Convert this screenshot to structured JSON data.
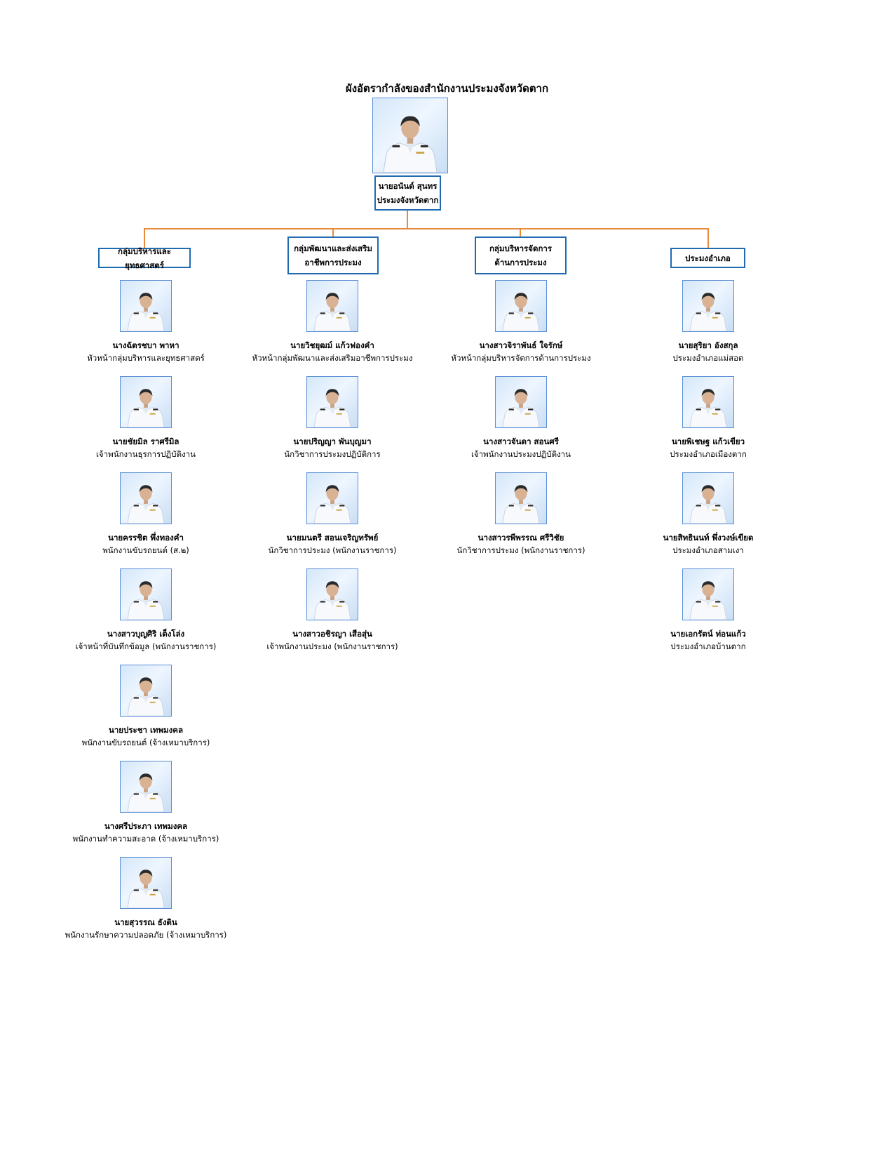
{
  "title": "ผังอัตรากำลังของสำนักงานประมงจังหวัดตาก",
  "colors": {
    "connector": "#e9893a",
    "box_border": "#1f6ab0",
    "photo_border": "#5b8fd6"
  },
  "head": {
    "name": "นายอนันต์ สุนทร",
    "position": "ประมงจังหวัดตาก"
  },
  "groups": [
    {
      "label_line1": "กลุ่มบริหารและยุทธศาสตร์",
      "label_line2": "",
      "members": [
        {
          "name": "นางฉัตรชบา พาหา",
          "position": "หัวหน้ากลุ่มบริหารและยุทธศาสตร์"
        },
        {
          "name": "นายชัยมิล ราศรีมิล",
          "position": "เจ้าพนักงานธุรการปฏิบัติงาน"
        },
        {
          "name": "นายครรชิต พึ่งทองคำ",
          "position": "พนักงานขับรถยนต์ (ส.๒)"
        },
        {
          "name": "นางสาวบุญศิริ เต็งโล่ง",
          "position": "เจ้าหน้าที่บันทึกข้อมูล (พนักงานราชการ)"
        },
        {
          "name": "นายประชา เทพมงคล",
          "position": "พนักงานขับรถยนต์ (จ้างเหมาบริการ)"
        },
        {
          "name": "นางศรีประภา เทพมงคล",
          "position": "พนักงานทำความสะอาด (จ้างเหมาบริการ)"
        },
        {
          "name": "นายสุวรรณ ธังติน",
          "position": "พนักงานรักษาความปลอดภัย (จ้างเหมาบริการ)"
        }
      ]
    },
    {
      "label_line1": "กลุ่มพัฒนาและส่งเสริม",
      "label_line2": "อาชีพการประมง",
      "members": [
        {
          "name": "นายวิชยุฒม์ แก้วฟองคำ",
          "position": "หัวหน้ากลุ่มพัฒนาและส่งเสริมอาชีพการประมง"
        },
        {
          "name": "นายปริญญา พันบุญมา",
          "position": "นักวิชาการประมงปฏิบัติการ"
        },
        {
          "name": "นายมนตรี สอนเจริญทรัพย์",
          "position": "นักวิชาการประมง (พนักงานราชการ)"
        },
        {
          "name": "นางสาวอชิรญา เสือสุ่น",
          "position": "เจ้าพนักงานประมง (พนักงานราชการ)"
        }
      ]
    },
    {
      "label_line1": "กลุ่มบริหารจัดการ",
      "label_line2": "ด้านการประมง",
      "members": [
        {
          "name": "นางสาวจิราพันธ์ ใจรักษ์",
          "position": "หัวหน้ากลุ่มบริหารจัดการด้านการประมง"
        },
        {
          "name": "นางสาวจันดา สอนศรี",
          "position": "เจ้าพนักงานประมงปฏิบัติงาน"
        },
        {
          "name": "นางสาวรพีพรรณ ศรีวิชัย",
          "position": "นักวิชาการประมง (พนักงานราชการ)"
        }
      ]
    },
    {
      "label_line1": "ประมงอำเภอ",
      "label_line2": "",
      "members": [
        {
          "name": "นายสุริยา อังสกุล",
          "position": "ประมงอำเภอแม่สอด"
        },
        {
          "name": "นายพิเชษฐ แก้วเขียว",
          "position": "ประมงอำเภอเมืองตาก"
        },
        {
          "name": "นายสิทธินนท์ พึ่งวงษ์เขียด",
          "position": "ประมงอำเภอสามเงา"
        },
        {
          "name": "นายเอกรัตน์ ท่อนแก้ว",
          "position": "ประมงอำเภอบ้านตาก"
        }
      ]
    }
  ]
}
